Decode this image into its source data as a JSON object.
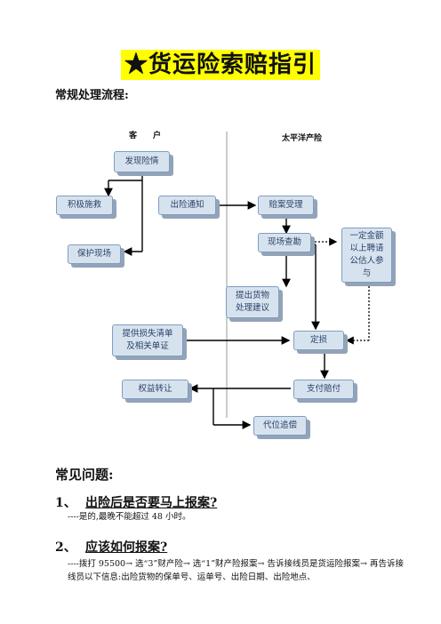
{
  "title": "★货运险索赔指引",
  "section_flow": "常规处理流程:",
  "lanes": {
    "customer": "客　　户",
    "insurer": "太平洋产险"
  },
  "boxes": {
    "b1": "发现险情",
    "b2": "积极施救",
    "b3": "出险通知",
    "b4": "保护现场",
    "b5": "赔案受理",
    "b6": "现场查勘",
    "b7": "一定金额以上聘请公估人参与",
    "b8": "提出货物处理建议",
    "b9": "提供损失清单及相关单证",
    "b10": "定损",
    "b11": "权益转让",
    "b12": "支付赔付",
    "b13": "代位追偿"
  },
  "section_faq": "常见问题:",
  "faq": [
    {
      "num": "1、",
      "q": "出险后是否要马上报案?",
      "a": "----是的,最晚不能超过 48 小时。"
    },
    {
      "num": "2、",
      "q": "应该如何报案?",
      "a": "----拨打 95500→ 选“3”财产险→ 选“1”财产险报案→ 告诉接线员是货运险报案→ 再告诉接线员以下信息:出险货物的保单号、运单号、出险日期、出险地点、"
    }
  ]
}
